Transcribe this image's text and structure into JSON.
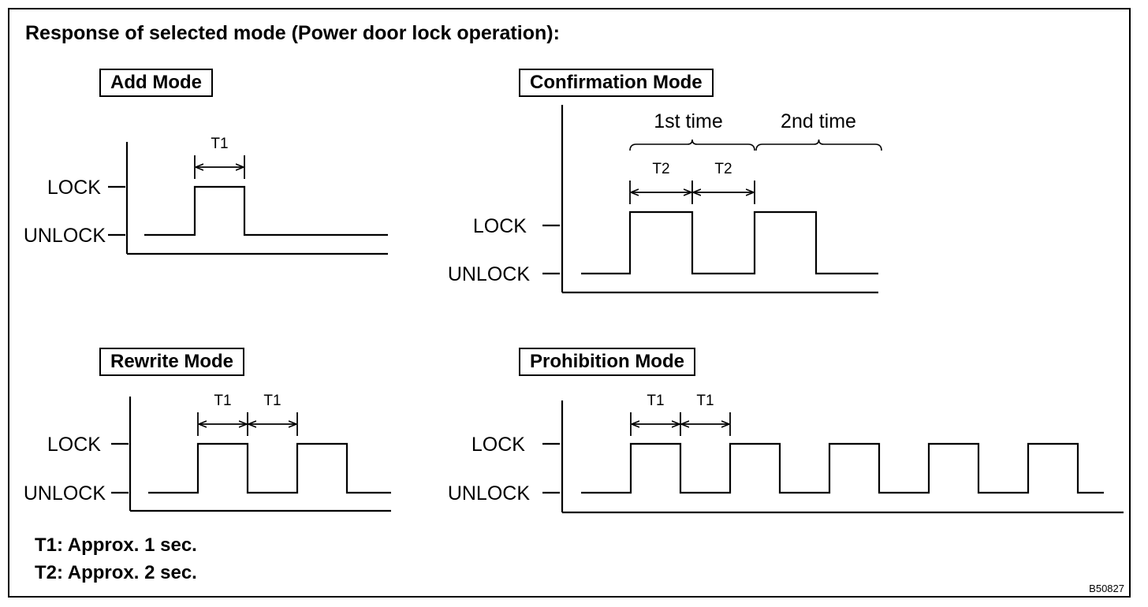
{
  "title": "Response of selected mode (Power door lock operation):",
  "levels": {
    "lock": "LOCK",
    "unlock": "UNLOCK"
  },
  "modes": {
    "add": {
      "label": "Add Mode",
      "timing": [
        "T1"
      ]
    },
    "confirmation": {
      "label": "Confirmation Mode",
      "timing": [
        "T2",
        "T2"
      ],
      "phases": [
        "1st time",
        "2nd time"
      ]
    },
    "rewrite": {
      "label": "Rewrite Mode",
      "timing": [
        "T1",
        "T1"
      ]
    },
    "prohibition": {
      "label": "Prohibition Mode",
      "timing": [
        "T1",
        "T1"
      ]
    }
  },
  "legend": [
    "T1: Approx. 1 sec.",
    "T2: Approx. 2 sec."
  ],
  "figure_code": "B50827",
  "colors": {
    "line": "#000000",
    "background": "#ffffff"
  }
}
